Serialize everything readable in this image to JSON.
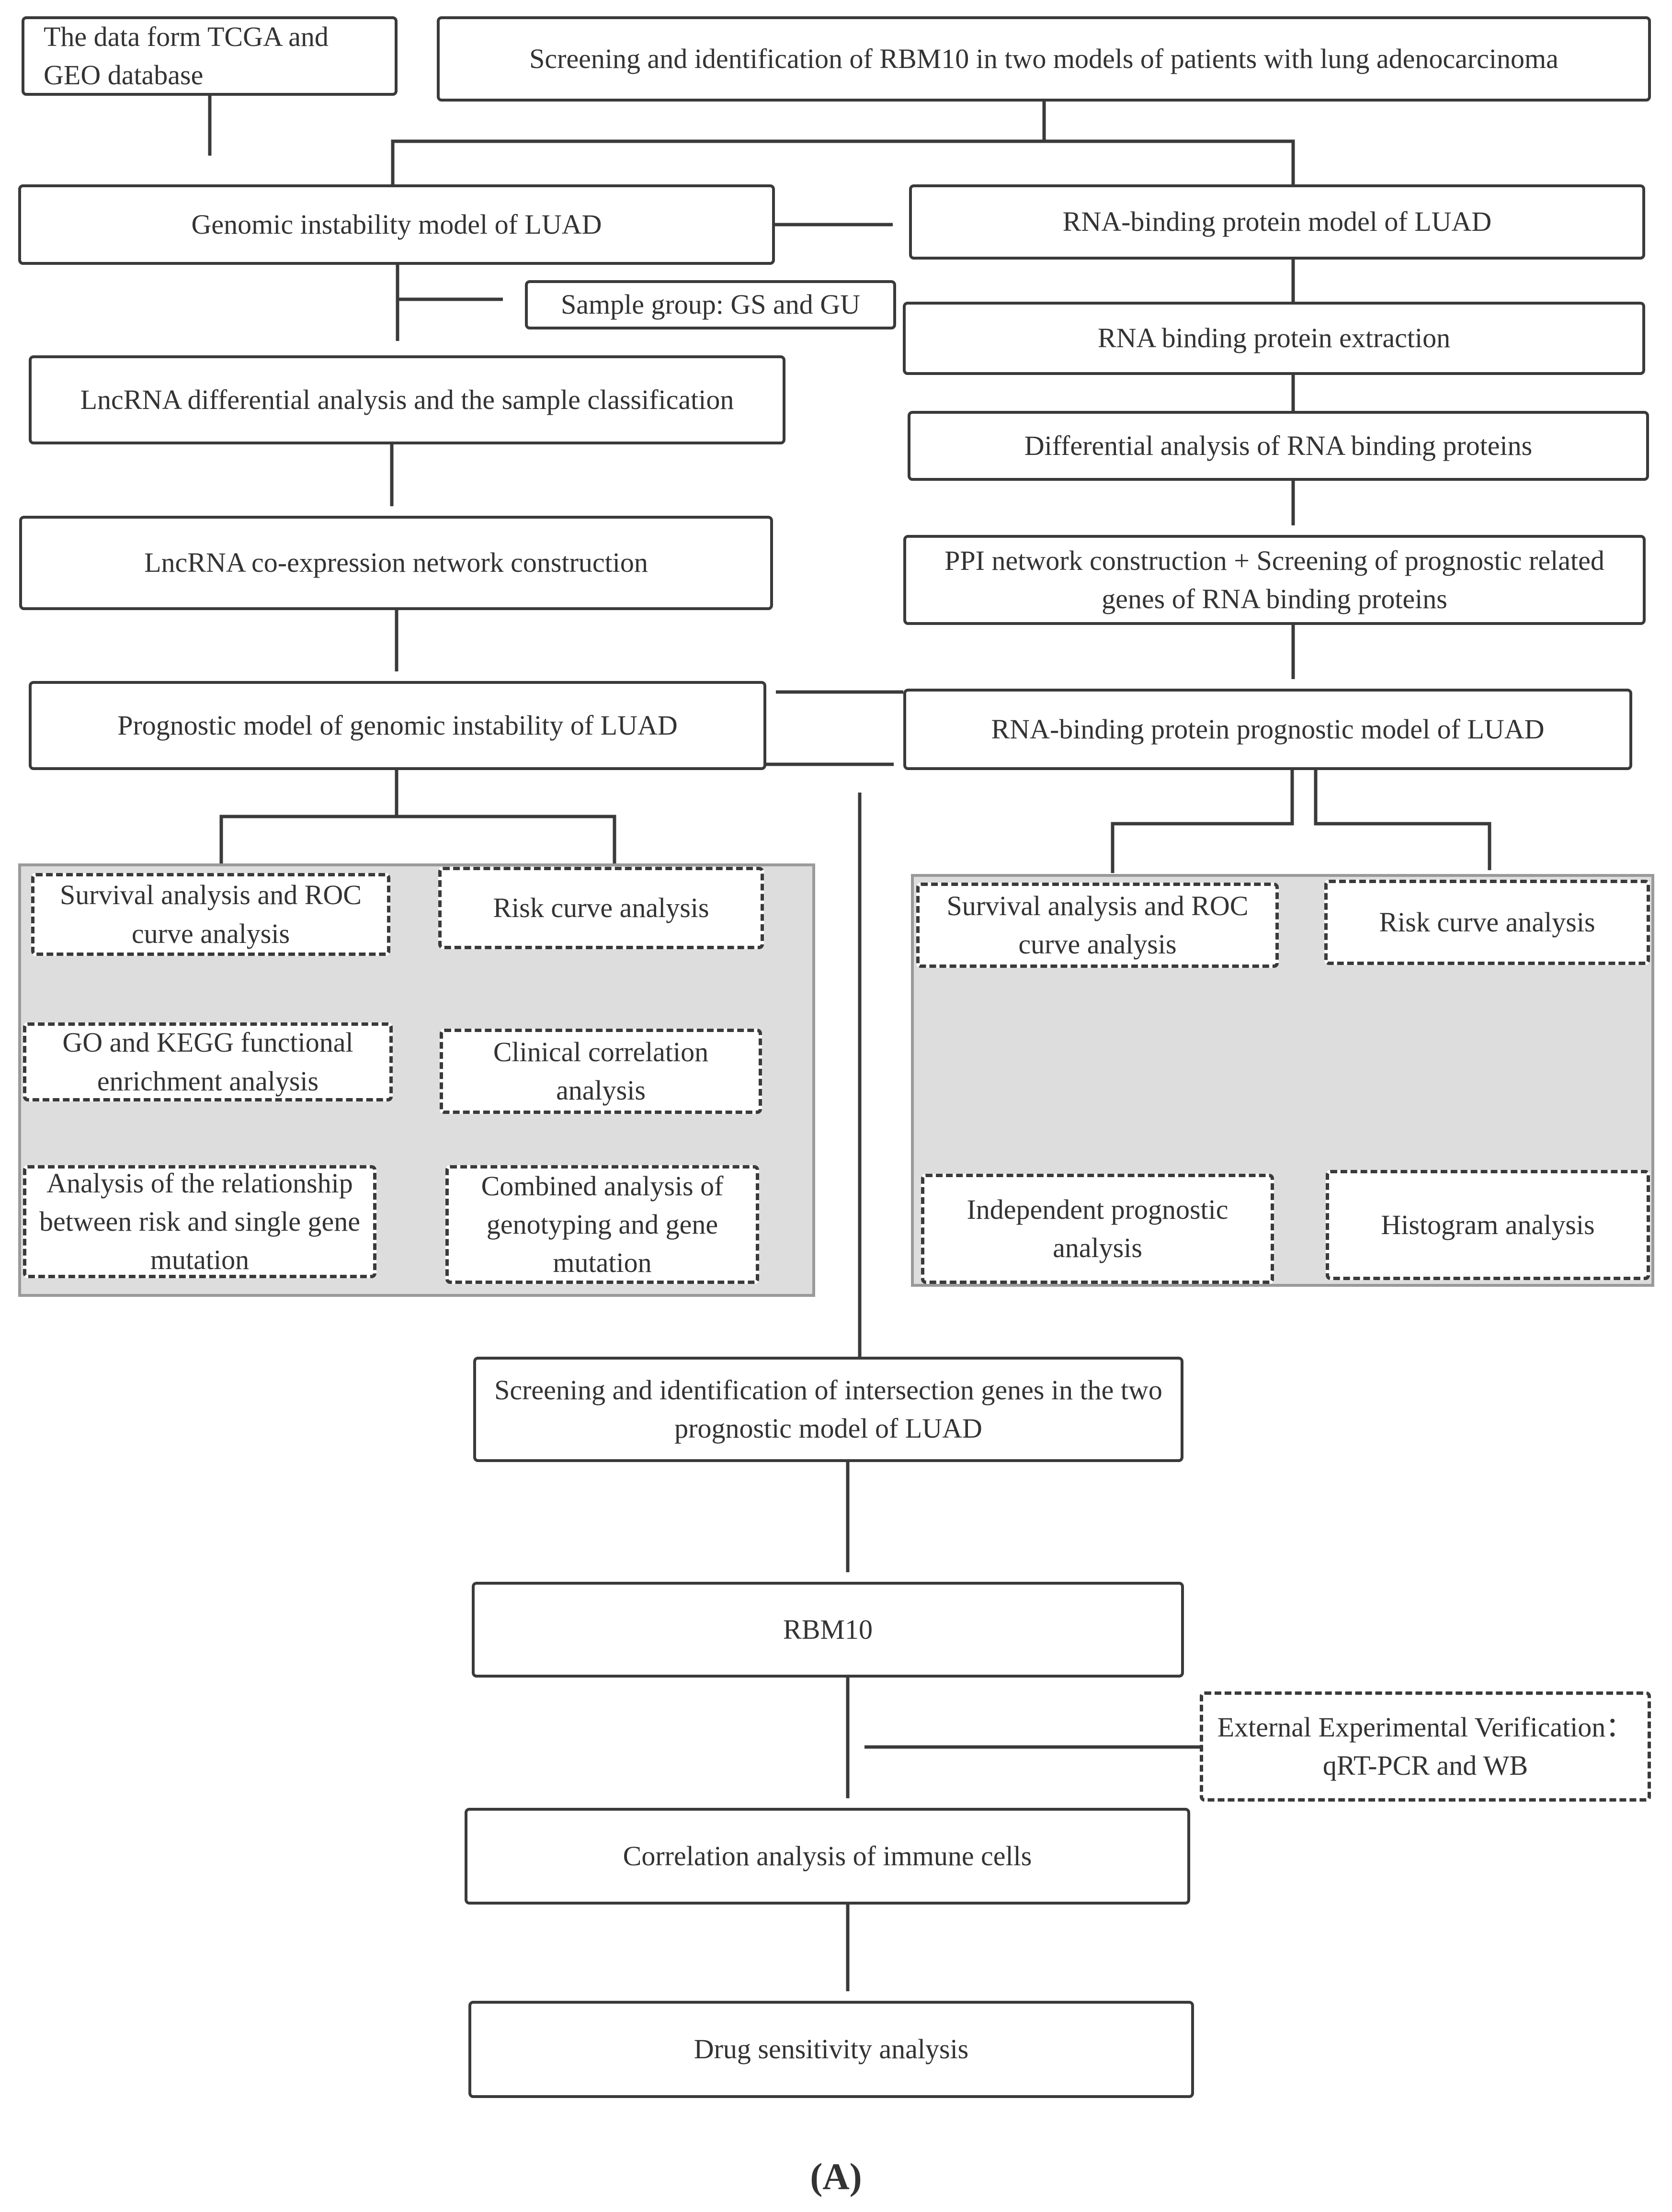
{
  "nodes": {
    "data_source": "The data form TCGA and GEO database",
    "screening_rbm10": "Screening and identification of RBM10 in two models of patients with lung adenocarcinoma",
    "genomic_model": "Genomic instability model of LUAD",
    "rbp_model": "RNA-binding protein model of LUAD",
    "sample_group": "Sample group: GS and GU",
    "rbp_extraction": "RNA binding protein extraction",
    "lncrna_diff": "LncRNA differential analysis and the sample classification",
    "rbp_diff": "Differential analysis of RNA binding proteins",
    "lncrna_coexp": "LncRNA co-expression network construction",
    "ppi_network": "PPI network construction + Screening of  prognostic related genes of RNA binding proteins",
    "prog_genomic": "Prognostic model of genomic instability of LUAD",
    "prog_rbp": "RNA-binding protein prognostic model of LUAD",
    "l_survival": "Survival analysis and ROC curve analysis",
    "l_risk": "Risk curve analysis",
    "l_go_kegg": "GO and KEGG functional enrichment analysis",
    "l_clinical": "Clinical correlation analysis",
    "l_mutation": "Analysis of the relationship between risk and single gene mutation",
    "l_combined": "Combined analysis of genotyping and gene mutation",
    "r_survival": "Survival analysis and ROC curve analysis",
    "r_risk": "Risk curve analysis",
    "r_independent": "Independent prognostic analysis",
    "r_histogram": "Histogram analysis",
    "intersection": "Screening and identification of intersection genes in the two prognostic model of LUAD",
    "rbm10": "RBM10",
    "external_verification": "External Experimental Verification：qRT-PCR and WB",
    "immune_correlation": "Correlation analysis of immune cells",
    "drug_sensitivity": "Drug sensitivity analysis"
  },
  "caption": "(A)",
  "colors": {
    "line": "#3a3a3a",
    "panel_fill": "#dddddd",
    "panel_border": "#9a9a9a"
  }
}
